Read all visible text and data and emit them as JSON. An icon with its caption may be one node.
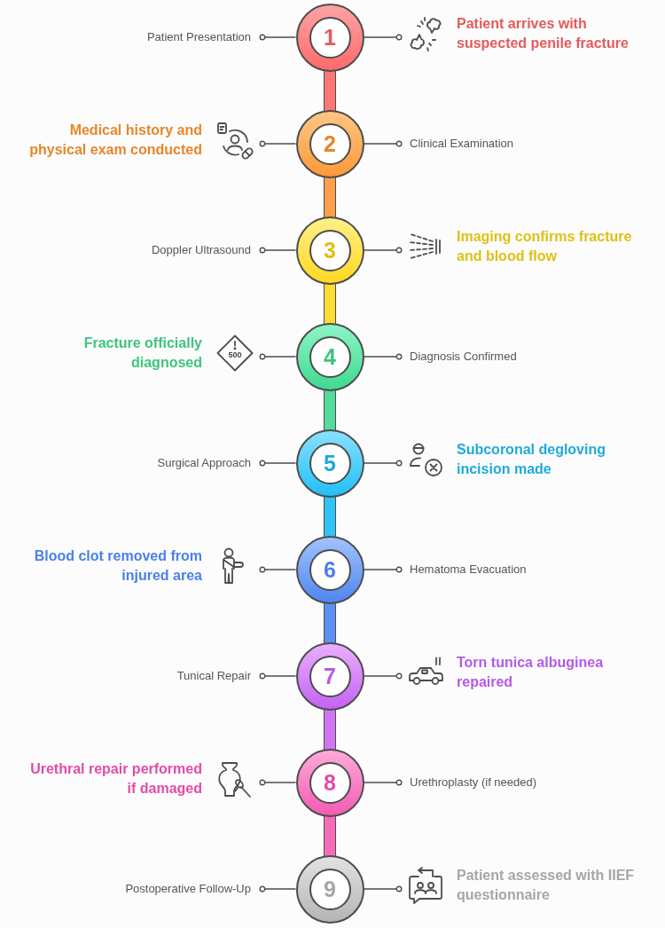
{
  "diagram": {
    "nodes": [
      {
        "text": [
          "Patient Presentation"
        ]
      },
      {
        "text": [
          "1"
        ]
      },
      {
        "text": [
          "Patient arrives with suspected penile fracture"
        ]
      },
      {
        "text": [
          "Medical history and physical exam conducted"
        ]
      },
      {
        "text": [
          "2"
        ]
      },
      {
        "text": [
          "Clinical Examination"
        ]
      },
      {
        "text": [
          "Doppler Ultrasound"
        ]
      },
      {
        "text": [
          "3"
        ]
      },
      {
        "text": [
          "Imaging confirms fracture and blood flow"
        ]
      },
      {
        "text": [
          "Fracture officially diagnosed"
        ]
      },
      {
        "text": [
          "4"
        ]
      },
      {
        "text": [
          "Diagnosis Confirmed"
        ]
      },
      {
        "text": [
          "Surgical Approach"
        ]
      },
      {
        "text": [
          "5"
        ]
      },
      {
        "text": [
          "Subcoronal degloving incision made"
        ]
      },
      {
        "text": [
          "Blood clot removed from injured area"
        ]
      },
      {
        "text": [
          "6"
        ]
      },
      {
        "text": [
          "Hematoma Evacuation"
        ]
      },
      {
        "text": [
          "Tunical Repair"
        ]
      },
      {
        "text": [
          "7"
        ]
      },
      {
        "text": [
          "Torn tunica albuginea repaired"
        ]
      },
      {
        "text": [
          "Urethral repair performed if damaged"
        ]
      },
      {
        "text": [
          "8"
        ]
      },
      {
        "text": [
          "Urethroplasty (if needed)"
        ]
      },
      {
        "text": [
          "Postoperative Follow-Up"
        ]
      },
      {
        "text": [
          "9"
        ]
      },
      {
        "text": [
          "Patient assessed with IIEF questionnaire"
        ]
      }
    ],
    "edges": [
      {
        "from": 1,
        "to": 0,
        "arrow": "other"
      },
      {
        "from": 1,
        "to": 2,
        "arrow": "other"
      },
      {
        "from": 1,
        "to": 4,
        "arrow": "none",
        "style": "thick",
        "color": "#ff7676"
      },
      {
        "from": 4,
        "to": 3,
        "arrow": "other"
      },
      {
        "from": 4,
        "to": 5,
        "arrow": "other"
      },
      {
        "from": 4,
        "to": 7,
        "arrow": "none",
        "style": "thick",
        "color": "#ff9f4c"
      },
      {
        "from": 7,
        "to": 6,
        "arrow": "other"
      },
      {
        "from": 7,
        "to": 8,
        "arrow": "other"
      },
      {
        "from": 7,
        "to": 10,
        "arrow": "none",
        "style": "thick",
        "color": "#ffdc30"
      },
      {
        "from": 10,
        "to": 9,
        "arrow": "other"
      },
      {
        "from": 10,
        "to": 11,
        "arrow": "other"
      },
      {
        "from": 10,
        "to": 13,
        "arrow": "none",
        "style": "thick",
        "color": "#52dc9a"
      },
      {
        "from": 13,
        "to": 12,
        "arrow": "other"
      },
      {
        "from": 13,
        "to": 14,
        "arrow": "other"
      },
      {
        "from": 13,
        "to": 16,
        "arrow": "none",
        "style": "thick",
        "color": "#2ec4f8"
      },
      {
        "from": 16,
        "to": 15,
        "arrow": "other"
      },
      {
        "from": 16,
        "to": 17,
        "arrow": "other"
      },
      {
        "from": 16,
        "to": 19,
        "arrow": "none",
        "style": "thick",
        "color": "#5c90f2"
      },
      {
        "from": 19,
        "to": 18,
        "arrow": "other"
      },
      {
        "from": 19,
        "to": 20,
        "arrow": "other"
      },
      {
        "from": 19,
        "to": 22,
        "arrow": "none",
        "style": "thick",
        "color": "#cf74f4"
      },
      {
        "from": 22,
        "to": 21,
        "arrow": "other"
      },
      {
        "from": 22,
        "to": 23,
        "arrow": "other"
      },
      {
        "from": 22,
        "to": 25,
        "arrow": "none",
        "style": "thick",
        "color": "#f56cb8"
      },
      {
        "from": 25,
        "to": 24,
        "arrow": "other"
      },
      {
        "from": 25,
        "to": 26,
        "arrow": "other"
      }
    ],
    "labels": [
      "500"
    ]
  }
}
